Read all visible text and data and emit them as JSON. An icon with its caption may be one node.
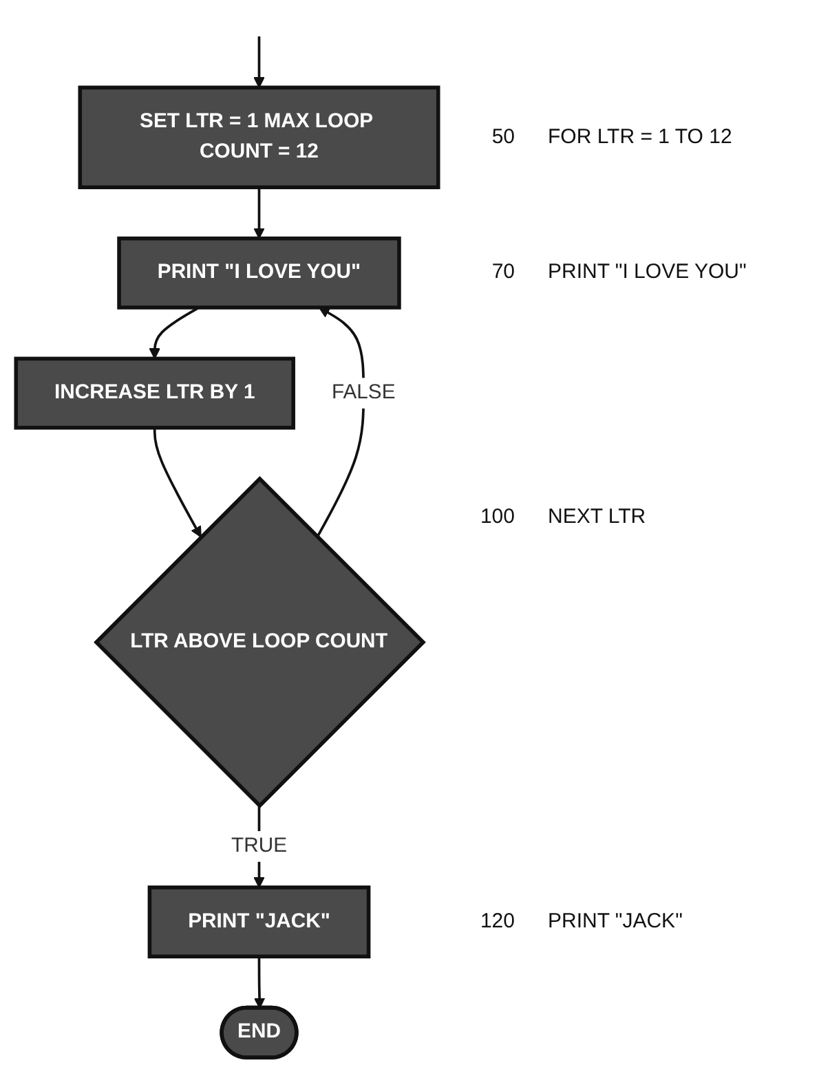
{
  "diagram": {
    "nodes": [
      {
        "text": [
          "SET LTR = 1 MAX LOOP COUNT = 12"
        ]
      },
      {
        "text": [
          "PRINT \"I LOVE YOU\""
        ]
      },
      {
        "text": [
          "INCREASE LTR BY 1"
        ]
      },
      {
        "text": [
          "LTR ABOVE LOOP COUNT"
        ]
      },
      {
        "text": [
          "PRINT \"JACK\""
        ]
      },
      {
        "text": [
          "END"
        ]
      }
    ],
    "edges": [
      {
        "from": null,
        "to": 0,
        "arrow": "to"
      },
      {
        "from": 0,
        "to": 1,
        "arrow": "to"
      },
      {
        "from": 1,
        "to": 2,
        "arrow": "to"
      },
      {
        "from": 2,
        "to": 3,
        "arrow": "to"
      },
      {
        "from": 3,
        "to": 1,
        "arrow": "to",
        "label": "FALSE"
      },
      {
        "from": 3,
        "to": 4,
        "arrow": "to",
        "label": "TRUE"
      },
      {
        "from": 4,
        "to": 5,
        "arrow": "to"
      }
    ],
    "labels": [
      "50",
      "FOR LTR = 1 TO 12",
      "70",
      "PRINT \"I LOVE YOU\"",
      "100",
      "NEXT LTR",
      "120",
      "PRINT \"JACK\""
    ]
  }
}
